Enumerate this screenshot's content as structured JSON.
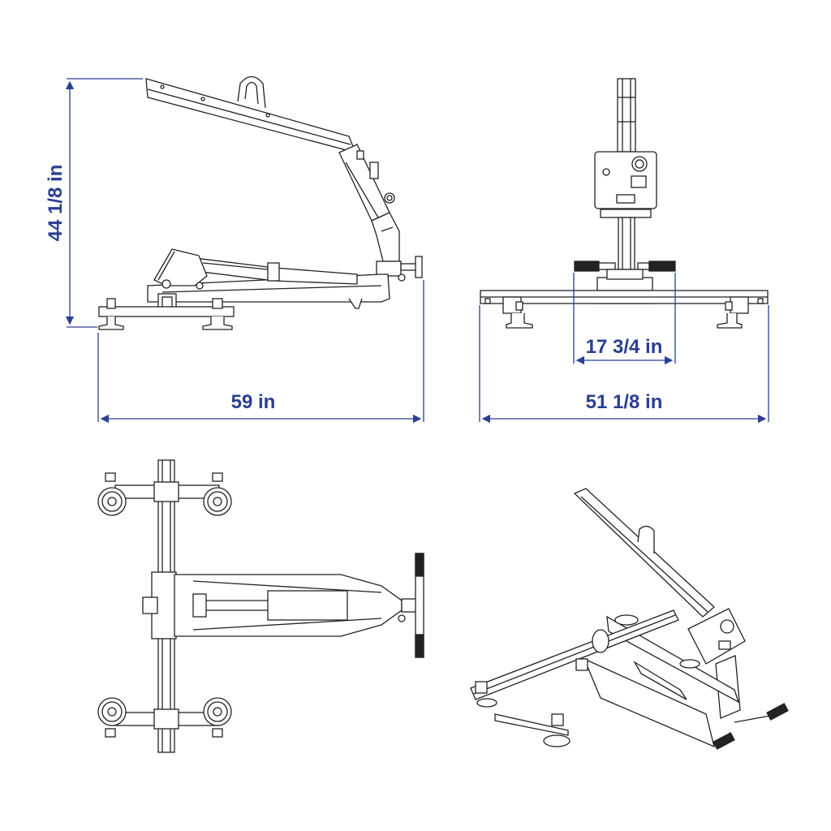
{
  "colors": {
    "dimension": "#2b3f93",
    "line": "#222222",
    "background": "#ffffff"
  },
  "dimensions": {
    "height": "44 1/8 in",
    "side_length": "59 in",
    "front_width": "51 1/8 in",
    "handle_width": "17 3/4 in"
  }
}
